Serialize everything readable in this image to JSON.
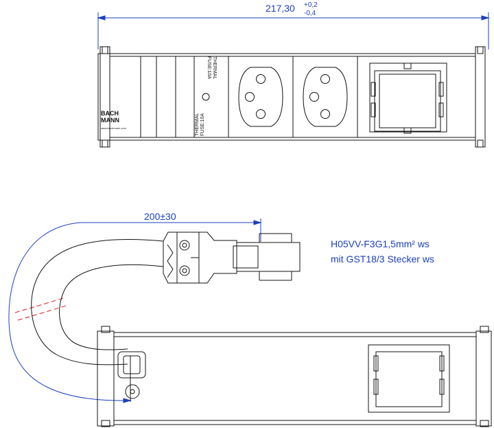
{
  "top_view": {
    "width_dimension": {
      "value": "217,30",
      "upper_tolerance": "+0,2",
      "lower_tolerance": "-0,4"
    },
    "brand_logo_lines": [
      "BACH",
      "MANN"
    ],
    "brand_url": "www.bachmann.com",
    "fuse_labels": {
      "line1": "THERMAL",
      "line2": "FUSE:10A"
    }
  },
  "bottom_view": {
    "cable_length_dimension": "200±30",
    "cable_note": {
      "line1": "H05VV-F3G1,5mm² ws",
      "line2": "mit GST18/3  Stecker ws"
    }
  },
  "colors": {
    "outline": "#111111",
    "dimension": "#1a3fc0",
    "break_mark": "#d42020"
  }
}
